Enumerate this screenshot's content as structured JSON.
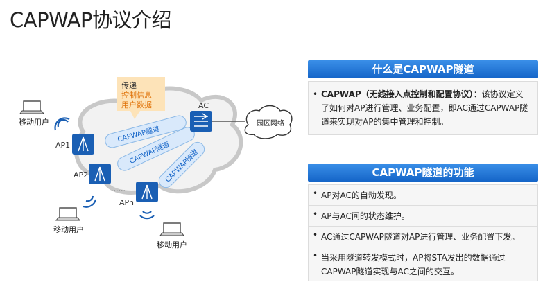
{
  "title": "CAPWAP协议介绍",
  "diagram": {
    "callout_line1": "传递",
    "callout_line2": "控制信息",
    "callout_line3": "用户数据",
    "tunnel_label": "CAPWAP隧道",
    "ac_label": "AC",
    "campus_label": "园区网络",
    "ap1_label": "AP1",
    "ap2_label": "AP2",
    "apn_label": "APn",
    "ellipsis": "......",
    "user_label": "移动用户"
  },
  "panel1": {
    "header": "什么是CAPWAP隧道",
    "item_bold": "CAPWAP（无线接入点控制和配置协议）",
    "item_line1": "：该协议定义",
    "item_line2": "了如何对AP进行管理、业务配置，即AC通过CAPWAP隧",
    "item_line3": "道来实现对AP的集中管理和控制。"
  },
  "panel2": {
    "header": "CAPWAP隧道的功能",
    "items": [
      "AP对AC的自动发现。",
      "AP与AC间的状态维护。",
      "AC通过CAPWAP隧道对AP进行管理、业务配置下发。",
      "当采用隧道转发模式时，AP将STA发出的数据通过",
      "CAPWAP隧道实现与AC之间的交互。"
    ]
  },
  "colors": {
    "accent": "#1565c8",
    "device": "#1a5fb4",
    "callout_bg": "#fde3b8",
    "callout_text": "#e0730a",
    "tunnel": "#d9e9fb"
  }
}
